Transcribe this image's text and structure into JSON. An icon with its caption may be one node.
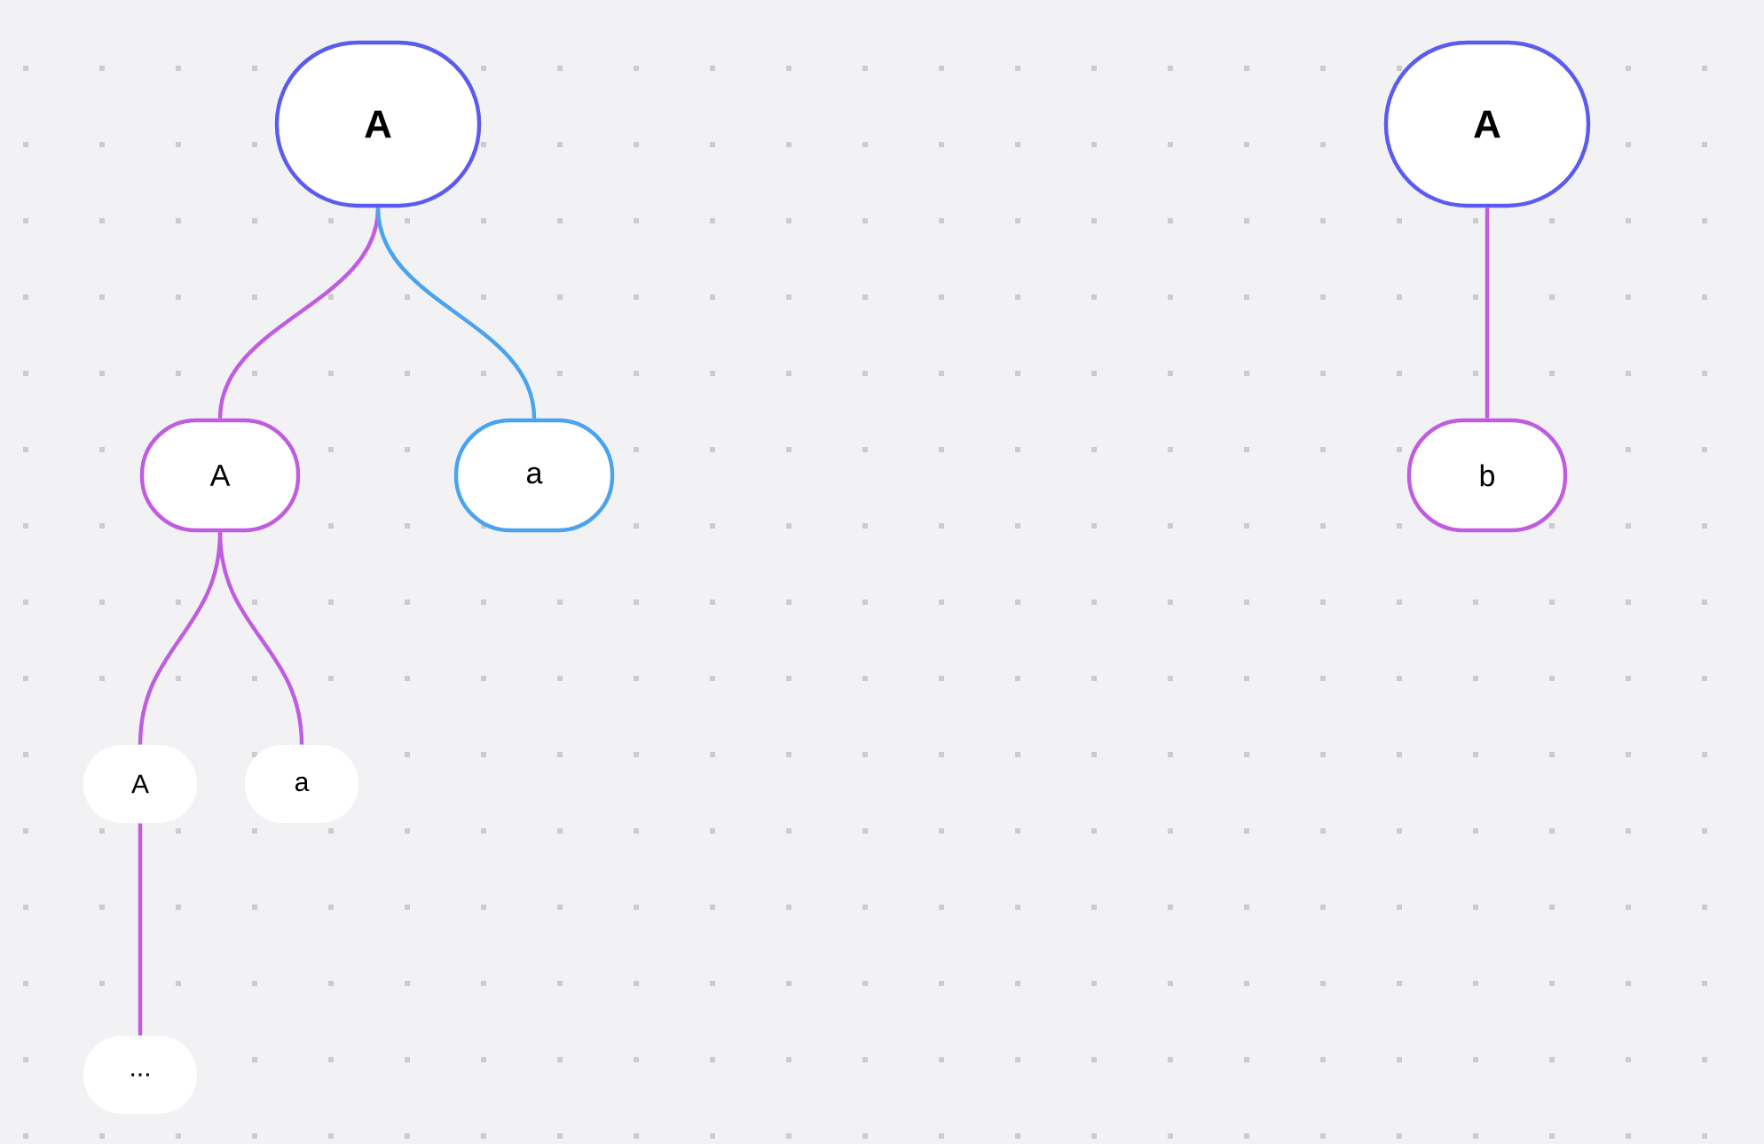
{
  "diagram": {
    "nodes": [
      {
        "text": [
          "A"
        ]
      },
      {
        "text": [
          "A"
        ]
      },
      {
        "text": [
          "a"
        ]
      },
      {
        "text": [
          "A"
        ]
      },
      {
        "text": [
          "a"
        ]
      },
      {
        "text": [
          "..."
        ]
      },
      {
        "text": [
          "A"
        ]
      },
      {
        "text": [
          "b"
        ]
      }
    ],
    "edges": [
      {
        "from": 0,
        "to": 1,
        "arrow": "none"
      },
      {
        "from": 0,
        "to": 2,
        "arrow": "none",
        "color": "#4aa3f0"
      },
      {
        "from": 1,
        "to": 3,
        "arrow": "none"
      },
      {
        "from": 1,
        "to": 4,
        "arrow": "none"
      },
      {
        "from": 3,
        "to": 5,
        "arrow": "none"
      },
      {
        "from": 6,
        "to": 7,
        "arrow": "none"
      }
    ]
  }
}
